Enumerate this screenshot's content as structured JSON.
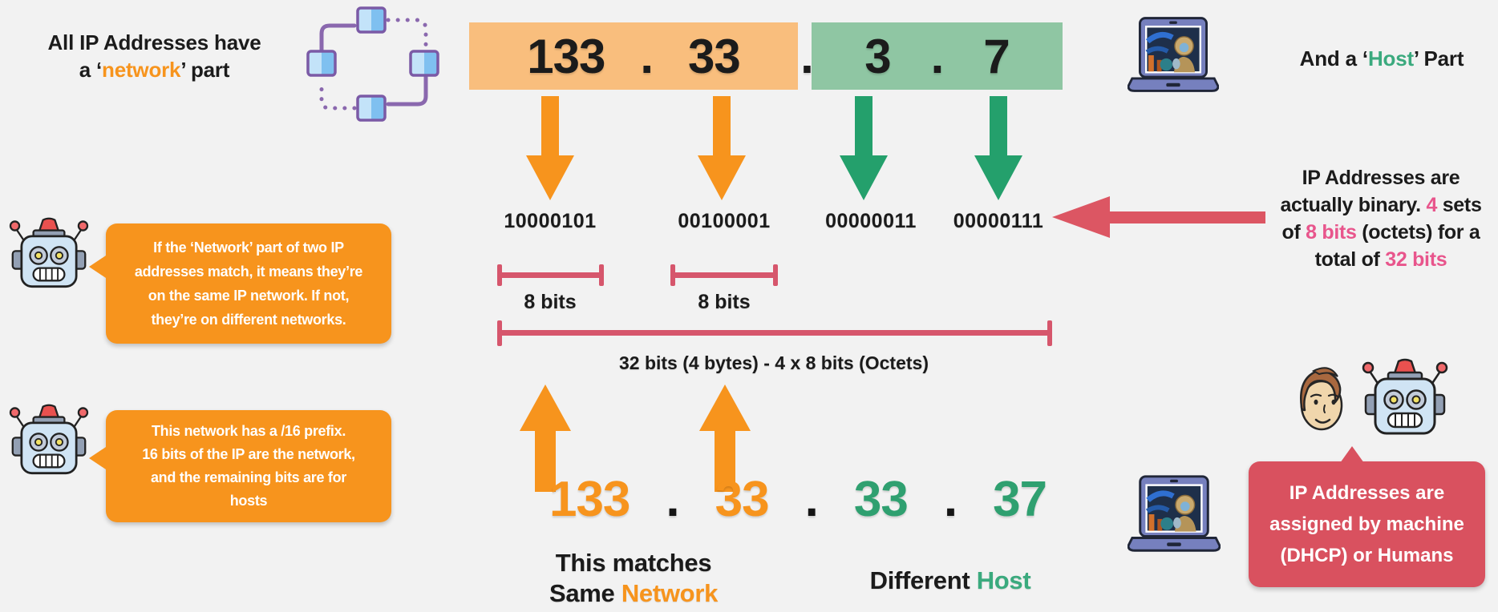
{
  "colors": {
    "bg": "#f2f2f2",
    "ink": "#1b1b1b",
    "orange": "#F7941D",
    "green": "#2FA070",
    "green-light": "#3BAA7E",
    "orange-box": "#F9BE7D",
    "green-box": "#8FC6A3",
    "ruler": "#D6566C",
    "red-arrow": "#DC5663",
    "red-bubble": "#D9515F",
    "pink": "#E8558C"
  },
  "icons": {
    "network": "network-icon",
    "laptop_top": "laptop-icon",
    "laptop_bottom": "laptop-icon",
    "robot_match": "robot-icon",
    "robot_prefix": "robot-icon",
    "robot_dhcp": "robot-icon",
    "person": "person-icon"
  },
  "top_left": {
    "line1": "All IP Addresses have",
    "line2_pre": "a ‘",
    "line2_hl": "network",
    "line2_post": "’ part"
  },
  "top_right": {
    "pre": "And a ‘",
    "hl": "Host",
    "post": "’ Part"
  },
  "ip_top": {
    "o1": "133",
    "d1": ".",
    "o2": "33",
    "d2": ".",
    "o3": "3",
    "d3": ".",
    "o4": "7"
  },
  "binary_row": {
    "b1": "10000101",
    "b2": "00100001",
    "b3": "00000011",
    "b4": "00000111"
  },
  "rulers": {
    "bits8_a": "8 bits",
    "bits8_b": "8 bits",
    "bits32": "32 bits (4 bytes) - 4 x 8 bits (Octets)"
  },
  "binary_note": {
    "l1": "IP Addresses are",
    "l2a": "actually binary. ",
    "l2b": "4",
    "l2c": " sets",
    "l3a": "of ",
    "l3b": "8 bits",
    "l3c": " (octets) for a",
    "l4a": "total of ",
    "l4b": "32 bits"
  },
  "bubble_network_match": {
    "l1": "If the ‘Network’ part of two IP",
    "l2": "addresses match, it means they’re",
    "l3": "on the same IP network. If not,",
    "l4": "they’re on different networks."
  },
  "bubble_prefix": {
    "l1": "This network has a /16 prefix.",
    "l2": "16 bits of the IP are the network,",
    "l3": "and the remaining bits are for",
    "l4": "hosts"
  },
  "bubble_dhcp": {
    "l1": "IP Addresses are",
    "l2": "assigned by machine",
    "l3": "(DHCP) or Humans"
  },
  "ip_bottom": {
    "o1": "133",
    "d1": ".",
    "o2": "33",
    "d2": ".",
    "o3": "33",
    "d3": ".",
    "o4": "37"
  },
  "captions": {
    "match_line1": "This matches",
    "match_line2_pre": "Same ",
    "match_line2_hl": "Network",
    "diff_pre": "Different ",
    "diff_hl": "Host"
  }
}
